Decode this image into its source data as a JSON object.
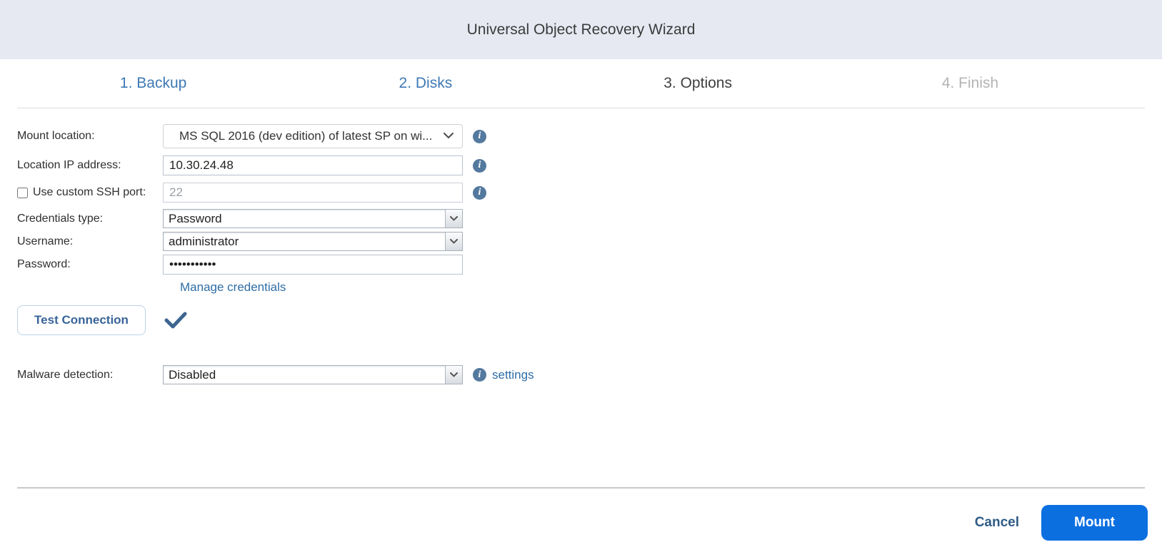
{
  "window": {
    "title": "Universal Object Recovery Wizard"
  },
  "steps": [
    {
      "label": "1. Backup",
      "state": "done"
    },
    {
      "label": "2. Disks",
      "state": "done"
    },
    {
      "label": "3. Options",
      "state": "current"
    },
    {
      "label": "4. Finish",
      "state": "upcoming"
    }
  ],
  "form": {
    "mount_location": {
      "label": "Mount location:",
      "value": "MS SQL 2016 (dev edition) of latest SP on wi..."
    },
    "location_ip": {
      "label": "Location IP address:",
      "value": "10.30.24.48"
    },
    "ssh_port": {
      "label": "Use custom SSH port:",
      "value": "22",
      "checked": false
    },
    "credentials_type": {
      "label": "Credentials type:",
      "value": "Password"
    },
    "username": {
      "label": "Username:",
      "value": "administrator"
    },
    "password": {
      "label": "Password:",
      "value": "•••••••••••"
    },
    "manage_credentials": "Manage credentials",
    "test_connection": "Test Connection",
    "malware_detection": {
      "label": "Malware detection:",
      "value": "Disabled",
      "settings": "settings"
    }
  },
  "icons": {
    "info": "i"
  },
  "footer": {
    "cancel": "Cancel",
    "mount": "Mount"
  },
  "colors": {
    "header_bg": "#e6e9f2",
    "step_active": "#3e79b4",
    "step_current": "#3f3f41",
    "step_upcoming": "#b4b4b4",
    "link": "#2e6da6",
    "info_icon": "#54799f",
    "primary_button": "#0b6fe0",
    "checkmark": "#3d6590"
  }
}
